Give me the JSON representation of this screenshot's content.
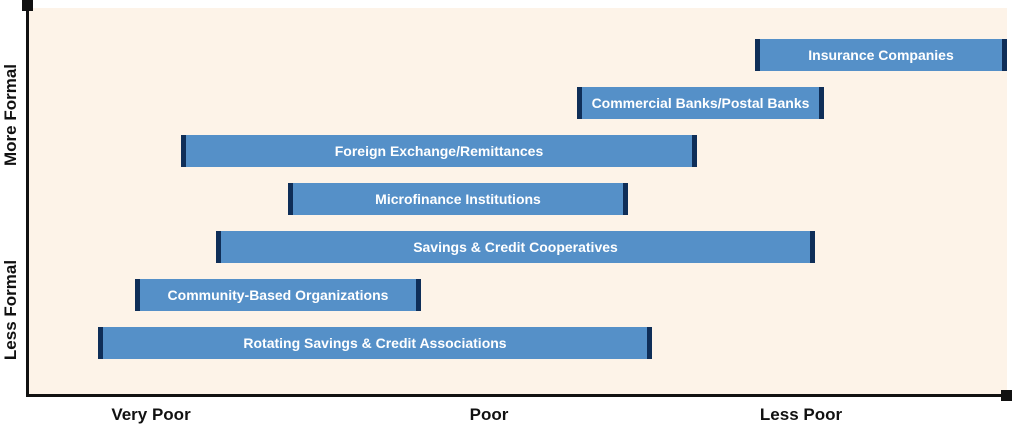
{
  "y_axis": {
    "top_label": "More Formal",
    "bottom_label": "Less Formal"
  },
  "x_axis": {
    "labels": [
      "Very Poor",
      "Poor",
      "Less Poor"
    ]
  },
  "bars": [
    {
      "label": "Insurance Companies"
    },
    {
      "label": "Commercial Banks/Postal Banks"
    },
    {
      "label": "Foreign Exchange/Remittances"
    },
    {
      "label": "Microfinance Institutions"
    },
    {
      "label": "Savings & Credit Cooperatives"
    },
    {
      "label": "Community-Based Organizations"
    },
    {
      "label": "Rotating Savings & Credit Associations"
    }
  ],
  "colors": {
    "bar_fill": "#5590c8",
    "bar_cap": "#0f2e58",
    "plot_background": "#fdf3e8",
    "axis": "#111111"
  }
}
